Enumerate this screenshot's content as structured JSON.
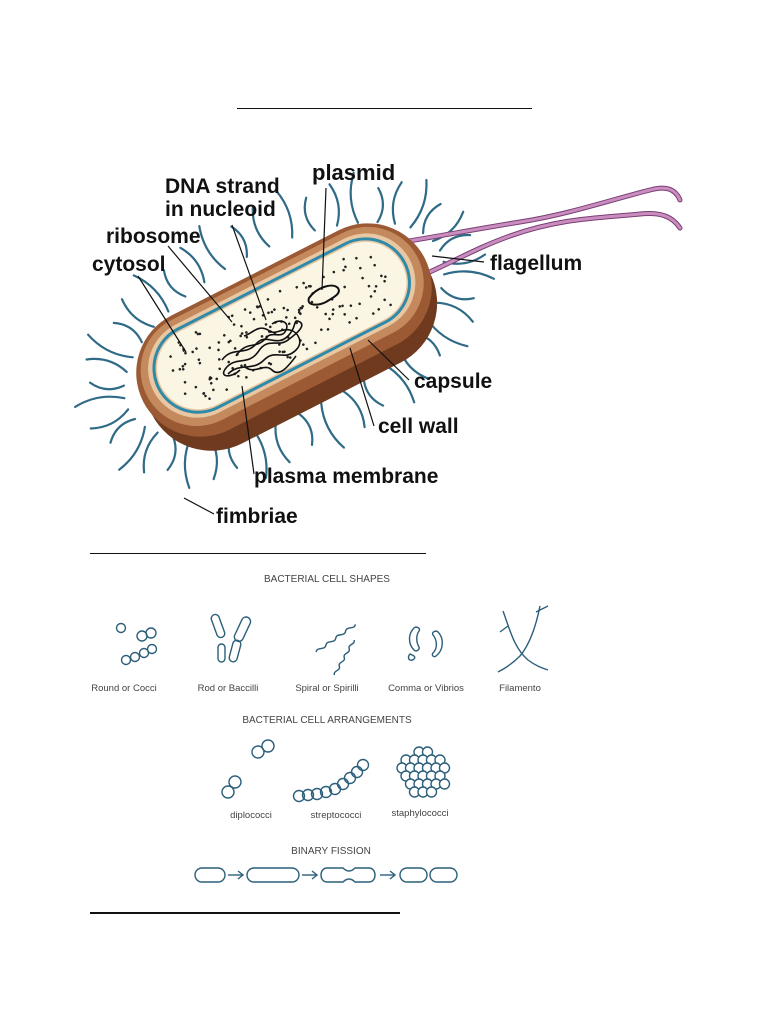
{
  "bacterium": {
    "labels": {
      "plasmid": "plasmid",
      "dna_line1": "DNA strand",
      "dna_line2": "in nucleoid",
      "ribosome": "ribosome",
      "cytosol": "cytosol",
      "flagellum": "flagellum",
      "capsule": "capsule",
      "cell_wall": "cell wall",
      "plasma_membrane": "plasma membrane",
      "fimbriae": "fimbriae"
    },
    "colors": {
      "capsule": "#8a4a26",
      "capsule_light": "#c48a5e",
      "cell_wall": "#e9c7a3",
      "membrane": "#2e8aa8",
      "cytosol": "#fbf5e4",
      "fimbriae": "#2f6a86",
      "flagellum": "#c98dc0"
    }
  },
  "shapes": {
    "title": "BACTERIAL CELL SHAPES",
    "items": [
      {
        "label": "Round or Cocci"
      },
      {
        "label": "Rod or Baccilli"
      },
      {
        "label": "Spiral or Spirilli"
      },
      {
        "label": "Comma or Vibrios"
      },
      {
        "label": "Filamento"
      }
    ]
  },
  "arrangements": {
    "title": "BACTERIAL CELL ARRANGEMENTS",
    "items": [
      {
        "label": "diplococci"
      },
      {
        "label": "streptococci"
      },
      {
        "label": "staphylococci"
      }
    ]
  },
  "fission": {
    "title": "BINARY FISSION"
  },
  "colors": {
    "line_art": "#2c5f7a",
    "caption": "#444444"
  }
}
